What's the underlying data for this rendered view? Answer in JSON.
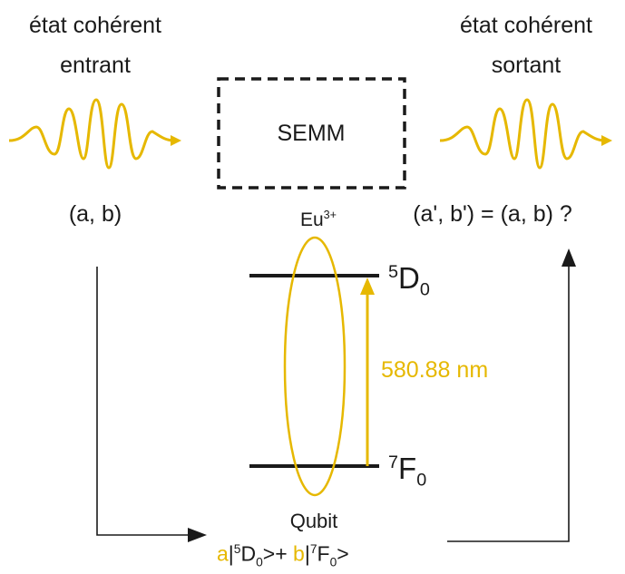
{
  "input": {
    "line1": "état cohérent",
    "line2": "entrant",
    "coeffs": "(a, b)"
  },
  "output": {
    "line1": "état cohérent",
    "line2": "sortant",
    "coeffs": "(a', b') = (a, b) ?"
  },
  "memory_box": {
    "label": "SEMM"
  },
  "ion": {
    "base": "Eu",
    "charge": "3+"
  },
  "levels": {
    "upper": {
      "sup": "5",
      "base": "D",
      "sub": "0"
    },
    "lower": {
      "sup": "7",
      "base": "F",
      "sub": "0"
    }
  },
  "transition": {
    "label": "580.88 nm"
  },
  "qubit": {
    "label": "Qubit",
    "coef_a": "a",
    "ket1_open": "|",
    "ket1_sup": "5",
    "ket1_base": "D",
    "ket1_sub": "0",
    "ket1_close": ">+",
    "coef_b": "b",
    "ket2_open": "|",
    "ket2_sup": "7",
    "ket2_base": "F",
    "ket2_sub": "0",
    "ket2_close": ">"
  },
  "colors": {
    "accent": "#E6B800",
    "line": "#1a1a1a"
  }
}
